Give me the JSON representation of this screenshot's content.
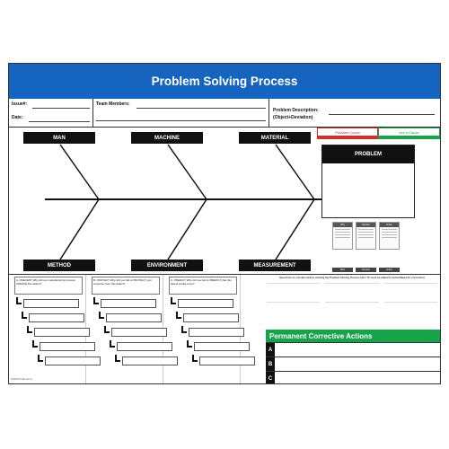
{
  "title": "Problem Solving Process",
  "header": {
    "issue_label": "Issue#:",
    "date_label": "Date:",
    "team_label": "Team Members:",
    "problem_desc_label": "Problem Description:",
    "problem_desc_sub": "(Object+Deviation)"
  },
  "legend": {
    "possible_cause": "Possible Cause",
    "not_a_cause": "Not a Cause",
    "possible_color": "#d32f2f",
    "not_color": "#16a34a"
  },
  "fishbone": {
    "top_categories": [
      "MAN",
      "MACHINE",
      "MATERIAL"
    ],
    "bottom_categories": [
      "METHOD",
      "ENVIRONMENT",
      "MEASUREMENT"
    ],
    "problem_label": "PROBLEM"
  },
  "why_heads": [
    "Why",
    "Number",
    "Action"
  ],
  "why_pills": [
    "Who",
    "Number",
    "Action"
  ],
  "prevent": {
    "a": "A. PREVENT Why did our manufacturing process CREATE this defect?",
    "b": "B. PROTECT Why did you fail to PROTECT your customer from this defect?",
    "c": "C. PREDICT Why did you fail to PREDICT that this defect would occur?"
  },
  "questions_head": "Questions to consider before starting the Problem Solving Process (ALL 'N' must be added to Action/Need for correction)",
  "pca": {
    "heading": "Permanent Corrective Actions",
    "rows": [
      "A",
      "B",
      "C"
    ]
  },
  "footer": "FORM-PS-001 Rev A"
}
